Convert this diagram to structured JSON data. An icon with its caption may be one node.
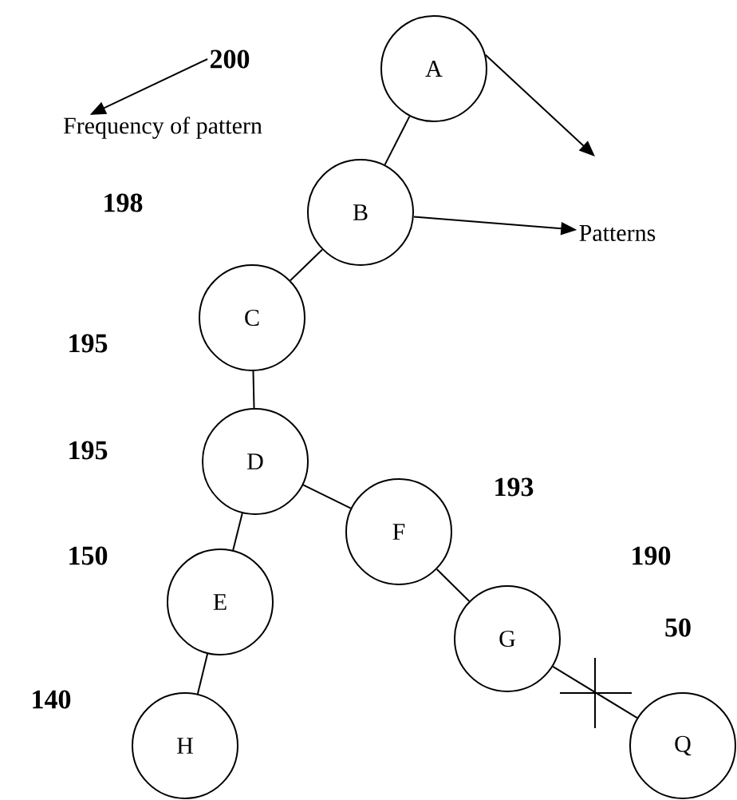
{
  "diagram": {
    "nodes": [
      {
        "text": [
          "200"
        ]
      },
      {
        "text": [
          "Frequency of pattern"
        ]
      },
      {
        "text": [
          "A"
        ]
      },
      {
        "text": [
          "B"
        ]
      },
      {
        "text": [
          "Patterns"
        ]
      },
      {
        "text": [
          "C"
        ]
      },
      {
        "text": [
          "D"
        ]
      },
      {
        "text": [
          "F"
        ]
      },
      {
        "text": [
          "E"
        ]
      },
      {
        "text": [
          "G"
        ]
      },
      {
        "text": [
          "H"
        ]
      },
      {
        "text": [
          "Q"
        ]
      }
    ],
    "edges": [
      {
        "from": 0,
        "to": 1,
        "arrow": "to"
      },
      {
        "from": 2,
        "to": null,
        "arrow": "to"
      },
      {
        "from": 2,
        "to": 3,
        "arrow": "none"
      },
      {
        "from": 3,
        "to": 4,
        "arrow": "to"
      },
      {
        "from": 3,
        "to": 5,
        "arrow": "none"
      },
      {
        "from": 5,
        "to": 6,
        "arrow": "none"
      },
      {
        "from": 6,
        "to": 8,
        "arrow": "none"
      },
      {
        "from": 8,
        "to": 10,
        "arrow": "none"
      },
      {
        "from": 6,
        "to": 7,
        "arrow": "none"
      },
      {
        "from": 7,
        "to": 9,
        "arrow": "none"
      },
      {
        "from": 9,
        "to": 11,
        "arrow": "none"
      }
    ],
    "labels": [
      "198",
      "195",
      "195",
      "193",
      "150",
      "190",
      "50",
      "140"
    ]
  }
}
